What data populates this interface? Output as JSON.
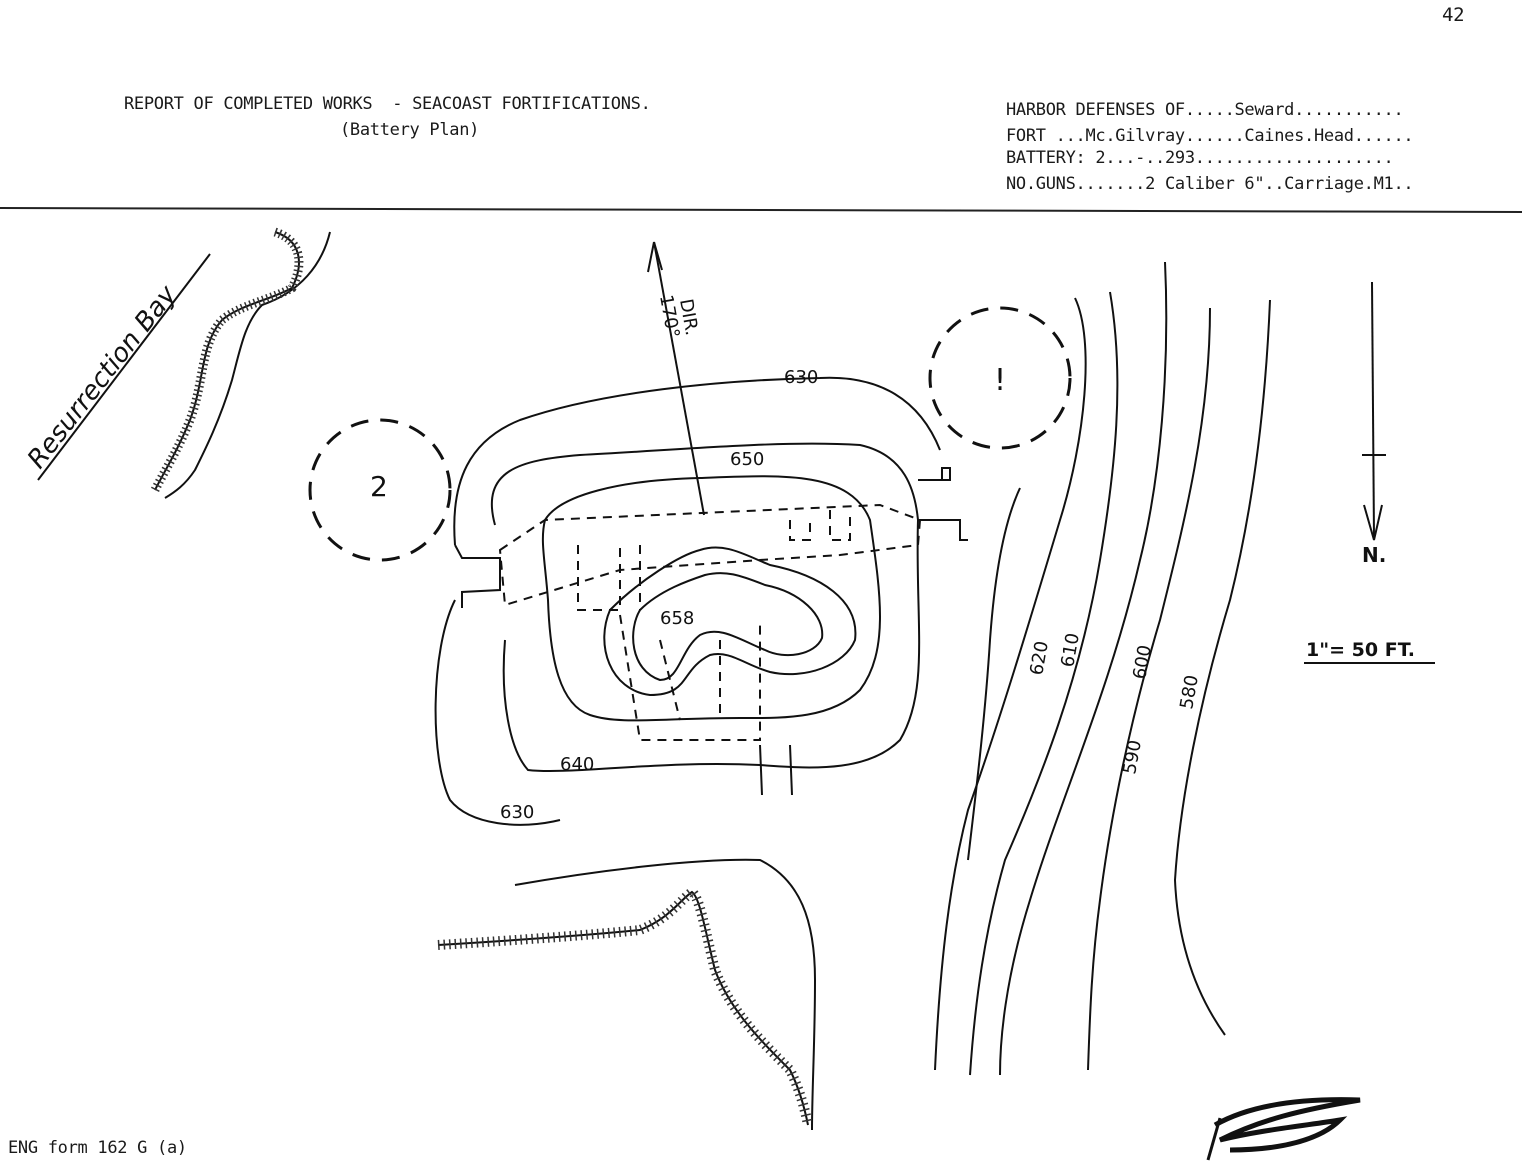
{
  "page_number": "42",
  "report": {
    "title": "REPORT OF COMPLETED WORKS  - SEACOAST FORTIFICATIONS.",
    "subtitle": "(Battery Plan)"
  },
  "header_fields": {
    "harbor": "HARBOR DEFENSES OF.....Seward...........",
    "fort": "FORT ...Mc.Gilvray......Caines.Head......",
    "battery": "BATTERY: 2...-..293....................",
    "guns": "NO.GUNS.......2 Caliber 6\"..Carriage.M1.."
  },
  "map": {
    "water_label": "Resurrection Bay",
    "direction_label": "DIR.",
    "direction_value": "170°",
    "north_label": "N.",
    "scale_label": "1\"= 50 FT.",
    "gun_emplacements": [
      "2",
      "!"
    ],
    "contour_labels": [
      "630",
      "650",
      "658",
      "640",
      "630",
      "620",
      "610",
      "600",
      "590",
      "580"
    ]
  },
  "form_id": "ENG form 162 G (a)"
}
